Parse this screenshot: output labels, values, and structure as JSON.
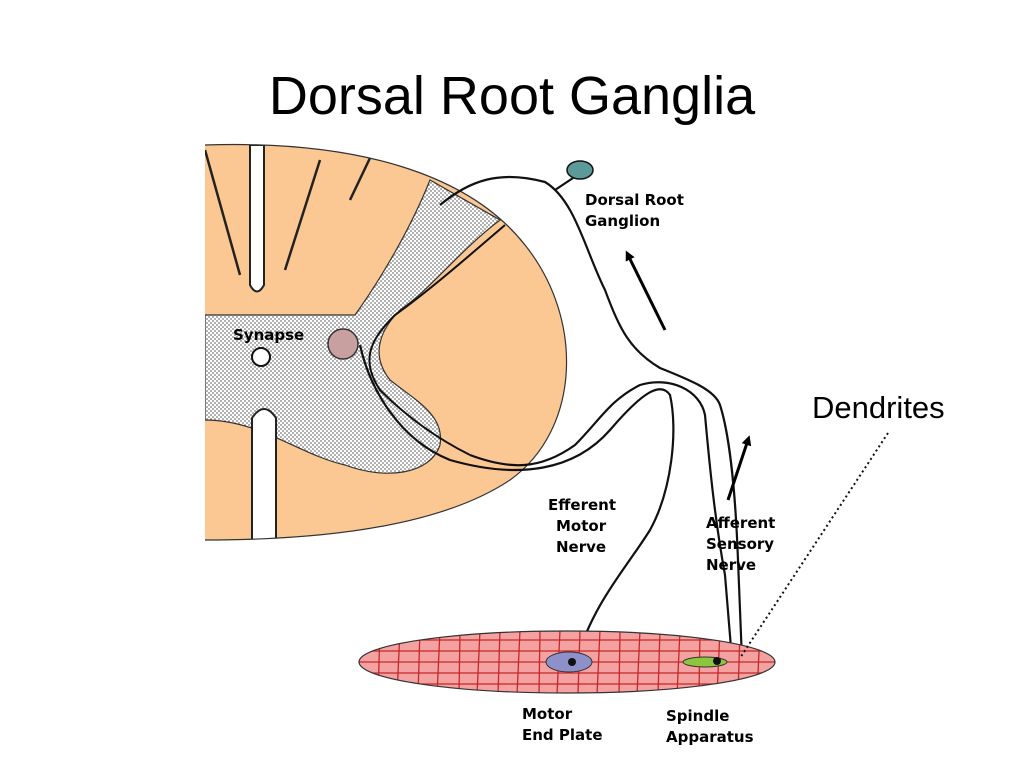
{
  "title": "Dorsal Root Ganglia",
  "labels": {
    "dorsal_root_ganglion": [
      "Dorsal Root",
      "Ganglion"
    ],
    "synapse": "Synapse",
    "efferent_motor_nerve": [
      "Efferent",
      "Motor",
      "Nerve"
    ],
    "afferent_sensory_nerve": [
      "Afferent",
      "Sensory",
      "Nerve"
    ],
    "motor_end_plate": [
      "Motor",
      "End Plate"
    ],
    "spindle_apparatus": [
      "Spindle",
      "Apparatus"
    ],
    "dendrites": "Dendrites"
  },
  "colors": {
    "spinal_cord": "#FBC893",
    "gray_matter_dots": "#C8C8C8",
    "ganglion": "#5B9A99",
    "synapse_cell": "#C9A0A0",
    "muscle": "#F4A1A2",
    "muscle_grid": "#C62828",
    "motor_end_plate": "#8E91C9",
    "spindle": "#8CC63F"
  }
}
